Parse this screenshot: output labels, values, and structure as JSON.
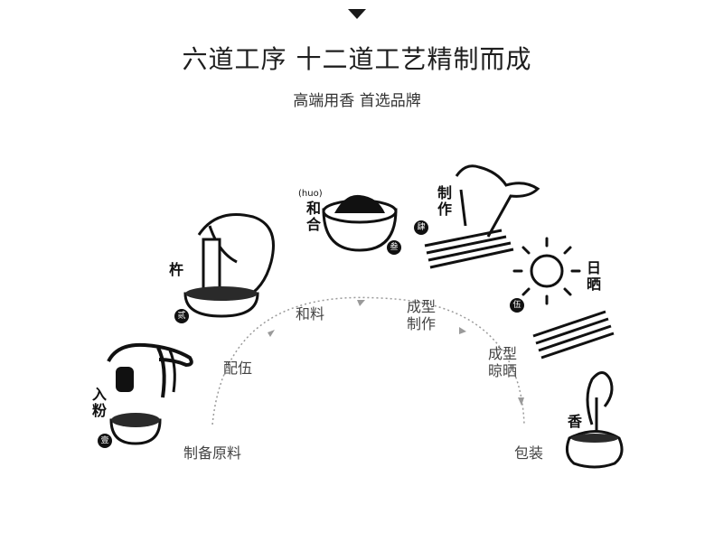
{
  "header": {
    "title": "六道工序 十二道工艺精制而成",
    "subtitle": "高端用香  首选品牌"
  },
  "steps": [
    "制备原料",
    "配伍",
    "和料",
    "成型\n制作",
    "成型\n晾晒",
    "包装"
  ],
  "illustrations": {
    "ru_fen": {
      "caption": "入\n粉",
      "seal": "壹",
      "icon": "powder-bowl-icon"
    },
    "chu": {
      "caption": "杵",
      "seal": "贰",
      "icon": "pestle-mortar-icon"
    },
    "he_he": {
      "caption": "和\n合",
      "pinyin": "(huo)",
      "seal": "叁",
      "icon": "mixing-bowl-icon"
    },
    "zhi_zuo": {
      "caption": "制\n作",
      "seal": "肆",
      "icon": "incense-sticks-hand-icon"
    },
    "ri_shai": {
      "caption": "日\n晒",
      "seal": "伍",
      "icon": "sun-drying-icon"
    },
    "xiang": {
      "caption": "香",
      "icon": "incense-burner-icon"
    }
  },
  "colors": {
    "arrow": "#9a9a9a",
    "ink": "#111111"
  }
}
